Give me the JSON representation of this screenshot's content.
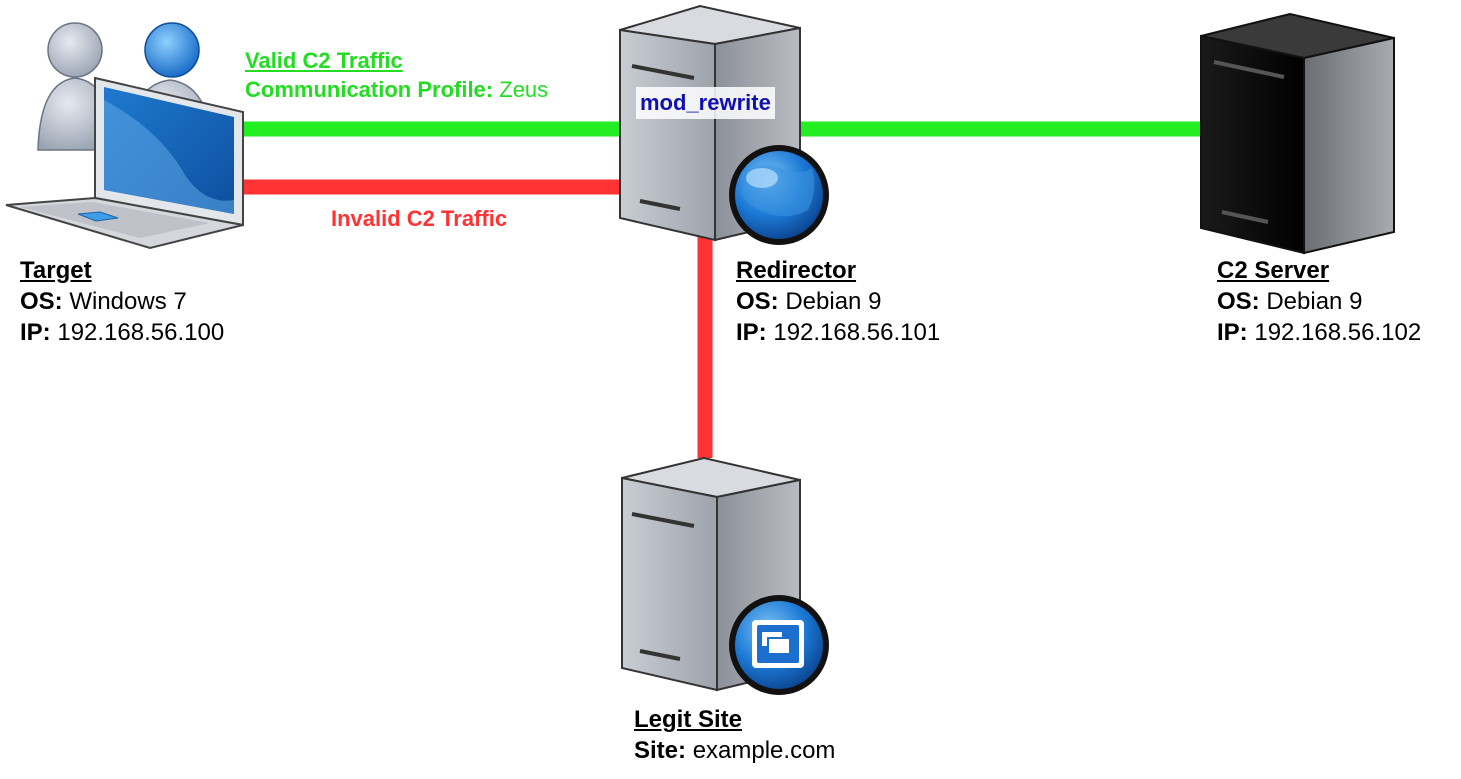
{
  "links": {
    "valid": {
      "title": "Valid C2 Traffic",
      "profile_key": "Communication Profile:",
      "profile_value": "Zeus",
      "color": "#22ee22"
    },
    "invalid": {
      "title": "Invalid C2 Traffic",
      "color": "#ff3333"
    }
  },
  "redirector": {
    "badge": "mod_rewrite",
    "title": "Redirector",
    "os_key": "OS:",
    "os_value": "Debian 9",
    "ip_key": "IP:",
    "ip_value": "192.168.56.101"
  },
  "target": {
    "title": "Target",
    "os_key": "OS:",
    "os_value": "Windows 7",
    "ip_key": "IP:",
    "ip_value": "192.168.56.100"
  },
  "c2": {
    "title": "C2 Server",
    "os_key": "OS:",
    "os_value": "Debian 9",
    "ip_key": "IP:",
    "ip_value": "192.168.56.102"
  },
  "legit": {
    "title": "Legit Site",
    "site_key": "Site:",
    "site_value": "example.com"
  },
  "icons": {
    "target": "laptop-with-users-icon",
    "redirector": "web-server-globe-icon",
    "c2": "black-server-icon",
    "legit": "web-server-screen-icon"
  }
}
